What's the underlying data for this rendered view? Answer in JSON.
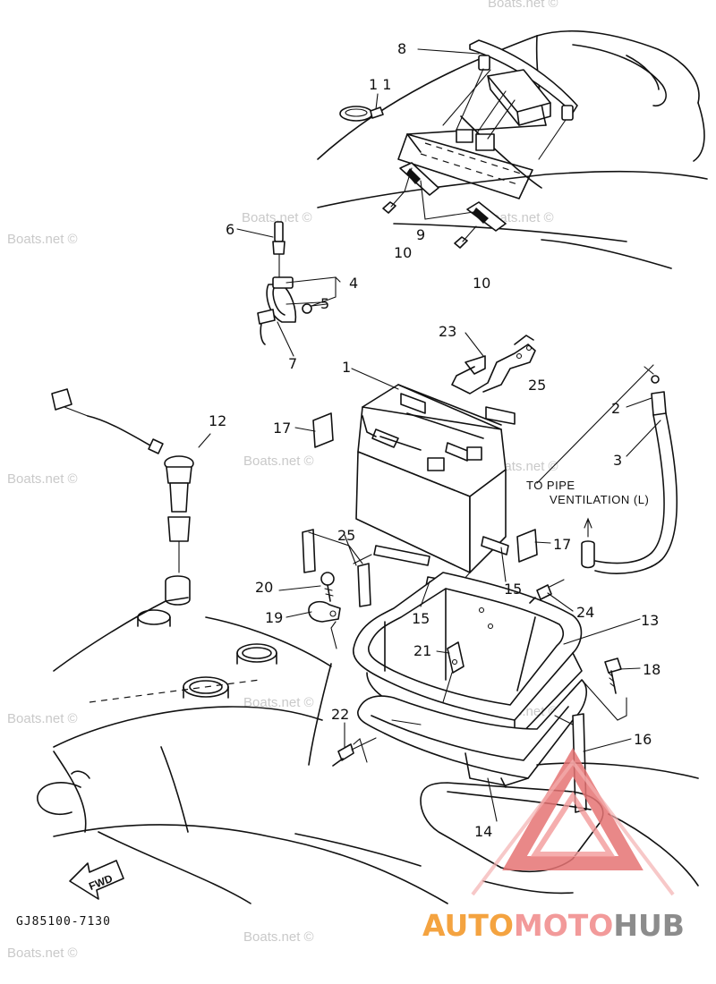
{
  "watermark": "Boats.net ©",
  "callouts": {
    "c1": "1",
    "c2": "2",
    "c3": "3",
    "c4": "4",
    "c5": "5",
    "c6": "6",
    "c7": "7",
    "c8": "8",
    "c9": "9",
    "c10a": "10",
    "c10b": "10",
    "c11": "1 1",
    "c12": "12",
    "c13": "13",
    "c14": "14",
    "c15a": "15",
    "c15b": "15",
    "c16": "16",
    "c17a": "17",
    "c17b": "17",
    "c18": "18",
    "c19": "19",
    "c20": "20",
    "c21": "21",
    "c22": "22",
    "c23": "23",
    "c24": "24",
    "c25a": "25",
    "c25b": "25"
  },
  "note": {
    "line1": "TO PIPE",
    "line2": "VENTILATION (L)"
  },
  "fwd_label": "FWD",
  "diagram_code": "GJ85100-7130",
  "brand": {
    "part1": "AUTO",
    "part2": "MOTO",
    "part3": "HUB",
    "color1": "#f4a340",
    "color2": "#f29a9a",
    "color3": "#8c8c8c"
  }
}
